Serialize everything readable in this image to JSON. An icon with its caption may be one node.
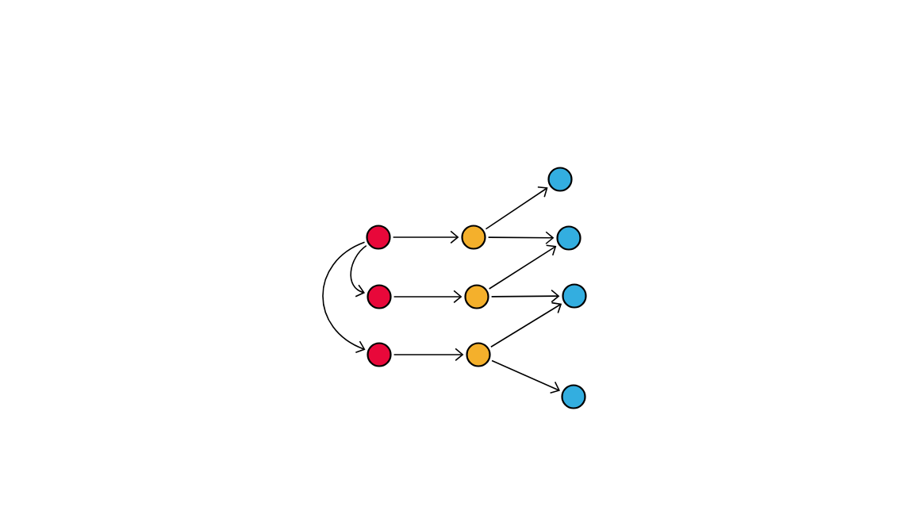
{
  "diagram": {
    "nodes": [
      {
        "text": [],
        "shape": "circle"
      },
      {
        "text": [],
        "shape": "circle"
      },
      {
        "text": [],
        "shape": "circle"
      },
      {
        "text": [],
        "shape": "circle"
      },
      {
        "text": [],
        "shape": "circle"
      },
      {
        "text": [],
        "shape": "circle"
      },
      {
        "text": [],
        "shape": "circle"
      },
      {
        "text": [],
        "shape": "circle"
      },
      {
        "text": [],
        "shape": "circle"
      },
      {
        "text": [],
        "shape": "circle"
      }
    ],
    "edges": [
      {
        "from": 0,
        "to": 1,
        "arrow": "to"
      },
      {
        "from": 0,
        "to": 2,
        "arrow": "to"
      },
      {
        "from": 0,
        "to": 3,
        "arrow": "to"
      },
      {
        "from": 1,
        "to": 4,
        "arrow": "to"
      },
      {
        "from": 2,
        "to": 5,
        "arrow": "to"
      },
      {
        "from": 3,
        "to": 6,
        "arrow": "to"
      },
      {
        "from": 3,
        "to": 7,
        "arrow": "to"
      },
      {
        "from": 4,
        "to": 7,
        "arrow": "to"
      },
      {
        "from": 4,
        "to": 8,
        "arrow": "to"
      },
      {
        "from": 5,
        "to": 8,
        "arrow": "to"
      },
      {
        "from": 5,
        "to": 9,
        "arrow": "to"
      }
    ]
  }
}
